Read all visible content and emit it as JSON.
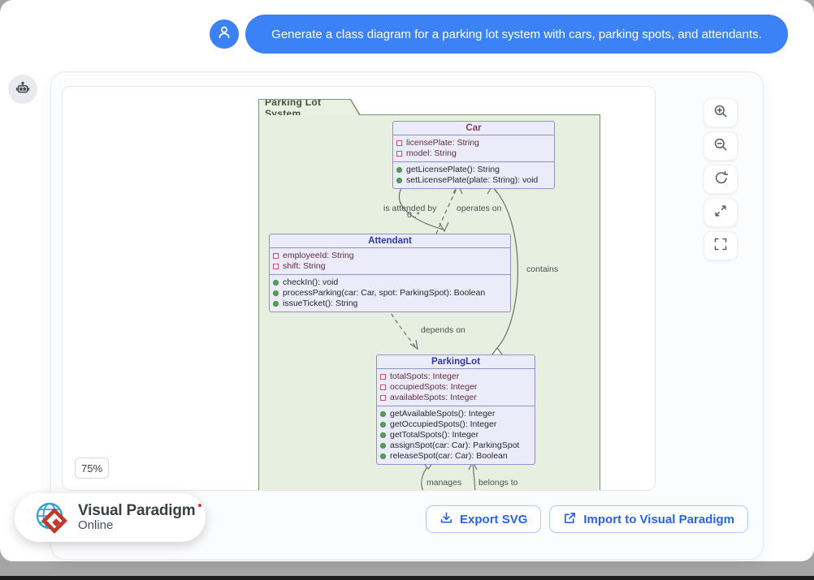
{
  "chat": {
    "message": "Generate a class diagram for a parking lot system with cars, parking spots, and attendants."
  },
  "canvas": {
    "zoom_level": "75%"
  },
  "diagram": {
    "frame_title": "Parking Lot System",
    "classes": [
      {
        "name": "Car",
        "attributes": [
          "licensePlate: String",
          "model: String"
        ],
        "methods": [
          "getLicensePlate(): String",
          "setLicensePlate(plate: String): void"
        ]
      },
      {
        "name": "Attendant",
        "attributes": [
          "employeeId: String",
          "shift: String"
        ],
        "methods": [
          "checkIn(): void",
          "processParking(car: Car, spot: ParkingSpot): Boolean",
          "issueTicket(): String"
        ]
      },
      {
        "name": "ParkingLot",
        "attributes": [
          "totalSpots: Integer",
          "occupiedSpots: Integer",
          "availableSpots: Integer"
        ],
        "methods": [
          "getAvailableSpots(): Integer",
          "getOccupiedSpots(): Integer",
          "getTotalSpots(): Integer",
          "assignSpot(car: Car): ParkingSpot",
          "releaseSpot(car: Car): Boolean"
        ]
      }
    ],
    "labels": {
      "attended": "is attended by",
      "operates": "operates on",
      "multiplicity": "0..*",
      "contains": "contains",
      "depends": "depends on",
      "manages": "manages",
      "belongs": "belongs to"
    }
  },
  "icons": {
    "user": "user-icon",
    "bot": "robot-icon",
    "zoom_in": "zoom-in-icon",
    "zoom_out": "zoom-out-icon",
    "reset": "reset-view-icon",
    "expand": "expand-icon",
    "fullscreen": "fullscreen-icon",
    "download": "download-icon",
    "external": "external-link-icon",
    "globe": "globe-logo-icon"
  },
  "footer": {
    "export_label": "Export SVG",
    "import_label": "Import to Visual Paradigm",
    "brand_name": "Visual Paradigm",
    "brand_sub": "Online"
  },
  "colors": {
    "accent_blue": "#3b82f6",
    "frame_green": "#e6efe0",
    "class_fill": "#ebebf9",
    "class_border": "#9093c4",
    "car_title": "#8a3e50",
    "class_title_blue": "#2e3a9e",
    "attribute_icon": "#c4516a",
    "method_icon": "#56a257",
    "edge_line": "#6e6e6e"
  }
}
